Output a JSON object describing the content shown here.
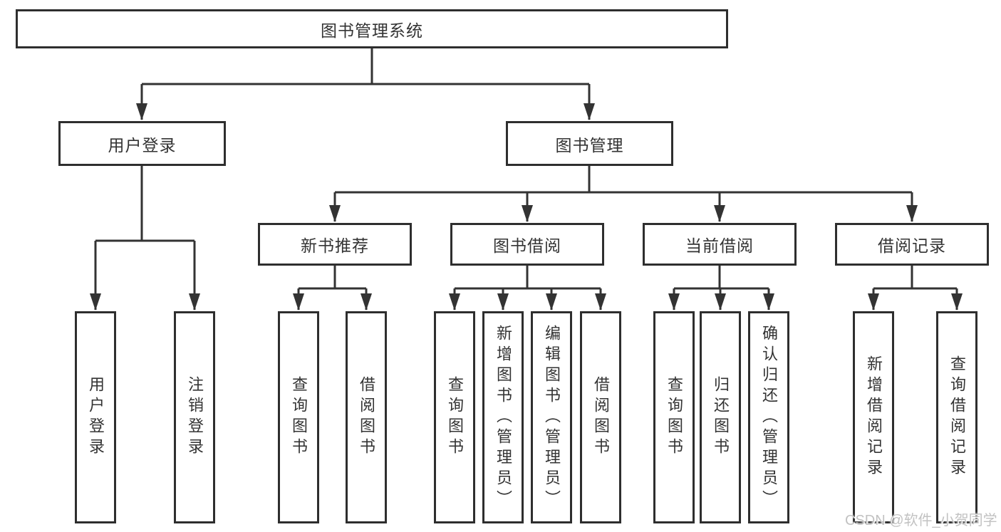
{
  "diagram": {
    "root": {
      "label": "图书管理系统"
    },
    "branches": [
      {
        "label": "用户登录",
        "children": [
          {
            "label": "用户登录"
          },
          {
            "label": "注销登录"
          }
        ]
      },
      {
        "label": "图书管理",
        "children": [
          {
            "label": "新书推荐",
            "children": [
              {
                "label": "查询图书"
              },
              {
                "label": "借阅图书"
              }
            ]
          },
          {
            "label": "图书借阅",
            "children": [
              {
                "label": "查询图书"
              },
              {
                "label": "新增图书（管理员）"
              },
              {
                "label": "编辑图书（管理员）"
              },
              {
                "label": "借阅图书"
              }
            ]
          },
          {
            "label": "当前借阅",
            "children": [
              {
                "label": "查询图书"
              },
              {
                "label": "归还图书"
              },
              {
                "label": "确认归还（管理员）"
              }
            ]
          },
          {
            "label": "借阅记录",
            "children": [
              {
                "label": "新增借阅记录"
              },
              {
                "label": "查询借阅记录"
              }
            ]
          }
        ]
      }
    ]
  },
  "watermark": {
    "text": "CSDN @软件_小贺同学"
  },
  "colors": {
    "line": "#333333",
    "box_border": "#2e2e2e",
    "text": "#333333",
    "watermark": "#c2c2c2",
    "background": "#ffffff"
  }
}
